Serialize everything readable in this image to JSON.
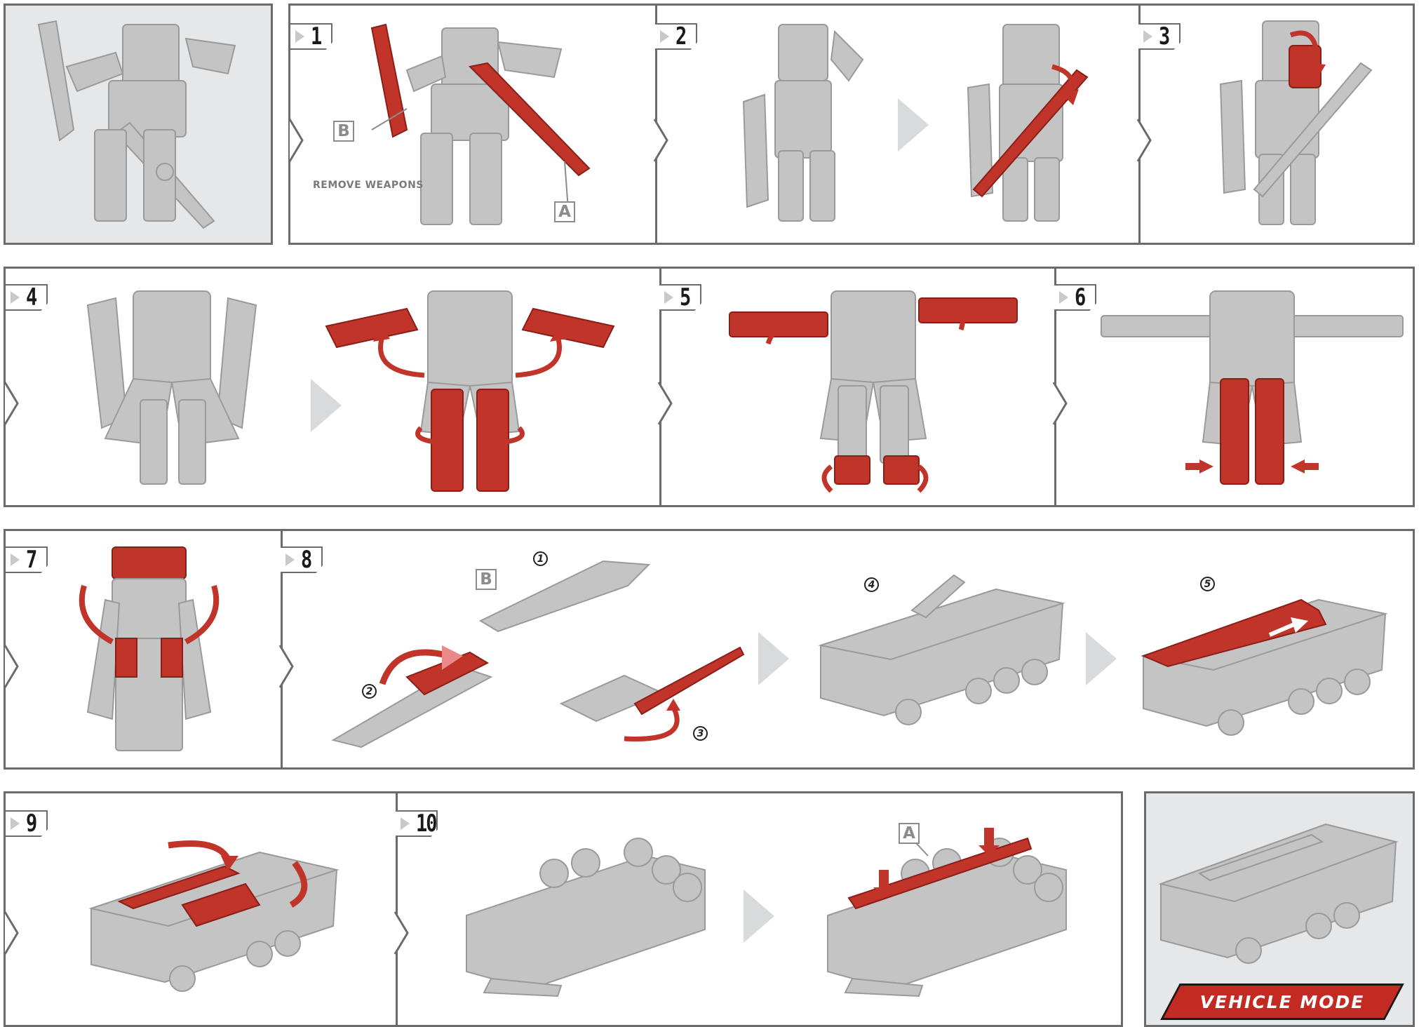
{
  "colors": {
    "highlight": "#c0342a",
    "border": "#6b6b6b",
    "robot": "#c4c4c4",
    "background_panel": "#e6e7e8"
  },
  "steps": [
    "1",
    "2",
    "3",
    "4",
    "5",
    "6",
    "7",
    "8",
    "9",
    "10"
  ],
  "part_labels": {
    "a": "A",
    "b": "B"
  },
  "sub_steps": [
    "1",
    "2",
    "3",
    "4",
    "5"
  ],
  "captions": {
    "remove_weapons": "REMOVE WEAPONS"
  },
  "badge": {
    "vehicle_mode": "VEHICLE MODE"
  }
}
